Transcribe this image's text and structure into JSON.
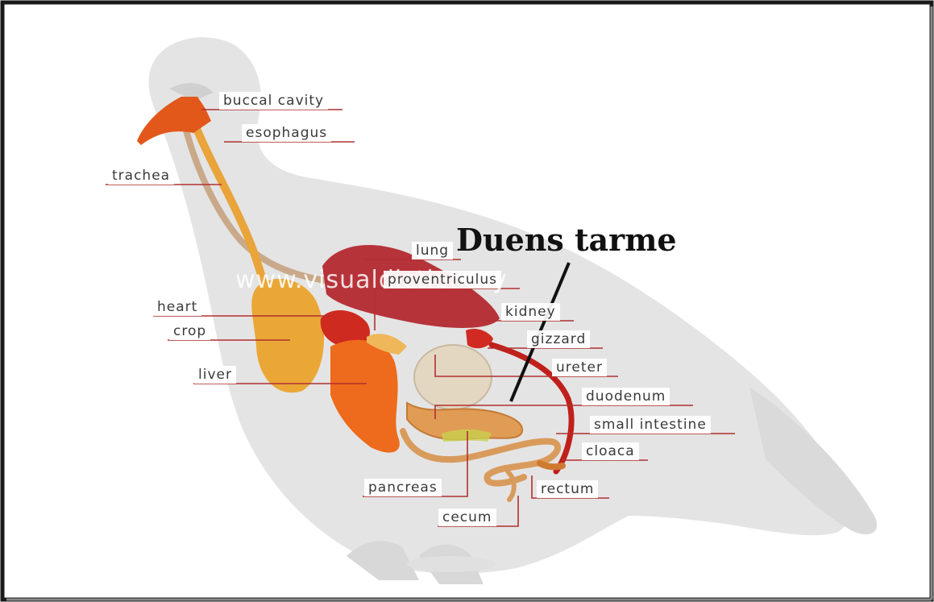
{
  "labels": {
    "buccal_cavity": "buccal cavity",
    "esophagus": "esophagus",
    "trachea": "trachea",
    "lung": "lung",
    "proventriculus": "proventriculus",
    "kidney": "kidney",
    "heart": "heart",
    "crop": "crop",
    "gizzard": "gizzard",
    "ureter": "ureter",
    "liver": "liver",
    "duodenum": "duodenum",
    "small_intestine": "small intestine",
    "cloaca": "cloaca",
    "pancreas": "pancreas",
    "rectum": "rectum",
    "cecum": "cecum"
  },
  "annotation": "Duens tarme",
  "watermark": "www.visualdictionary",
  "colors": {
    "leader_line": "#b03030",
    "body_silhouette": "#e3e3e3",
    "organ_red": "#c0392b",
    "organ_orange": "#e8731c",
    "organ_yellow": "#e8a33a",
    "intestine": "#e0a25a"
  }
}
